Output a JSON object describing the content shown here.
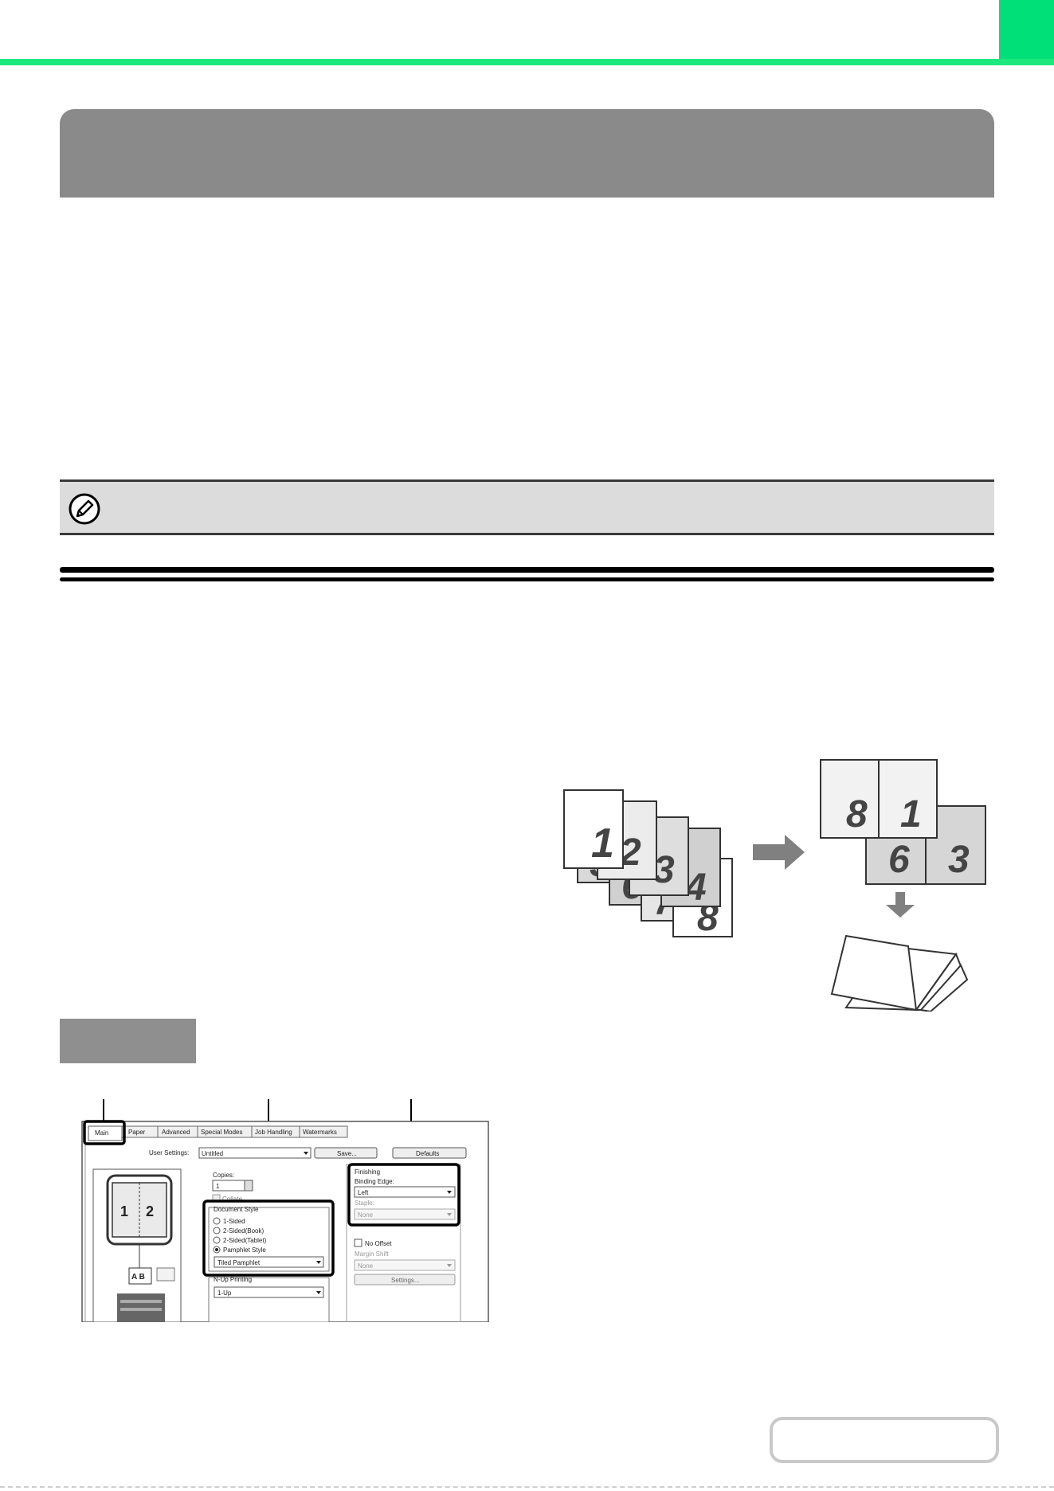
{
  "colors": {
    "accent": "#1de87e",
    "band": "#8a8a8a",
    "note": "#dcdcdc"
  },
  "icons": {
    "note": "pencil-icon",
    "arrow": "arrow-right-icon"
  },
  "illustration": {
    "pages": [
      "1",
      "2",
      "3",
      "4",
      "5",
      "6",
      "7",
      "8"
    ],
    "sheet_top": [
      "8",
      "1"
    ],
    "sheet_bottom": [
      "6",
      "3"
    ]
  },
  "dialog": {
    "tabs": [
      "Main",
      "Paper",
      "Advanced",
      "Special Modes",
      "Job Handling",
      "Watermarks"
    ],
    "user_settings_label": "User Settings:",
    "user_settings_value": "Untitled",
    "save_label": "Save...",
    "defaults_label": "Defaults",
    "preview_pages": [
      "1",
      "2"
    ],
    "preview_book": "A B",
    "copies_label": "Copies:",
    "copies_value": "1",
    "collate_label": "Collate",
    "document_style_label": "Document Style",
    "document_style_options": [
      "1-Sided",
      "2-Sided(Book)",
      "2-Sided(Tablet)",
      "Pamphlet Style"
    ],
    "pamphlet_value": "Tiled Pamphlet",
    "nup_label": "N-Up Printing",
    "nup_value": "1-Up",
    "finishing_label": "Finishing",
    "binding_edge_label": "Binding Edge:",
    "binding_edge_value": "Left",
    "staple_label": "Staple:",
    "staple_value": "None",
    "no_offset_label": "No Offset",
    "margin_shift_label": "Margin Shift",
    "margin_shift_value": "None",
    "settings_label": "Settings..."
  }
}
